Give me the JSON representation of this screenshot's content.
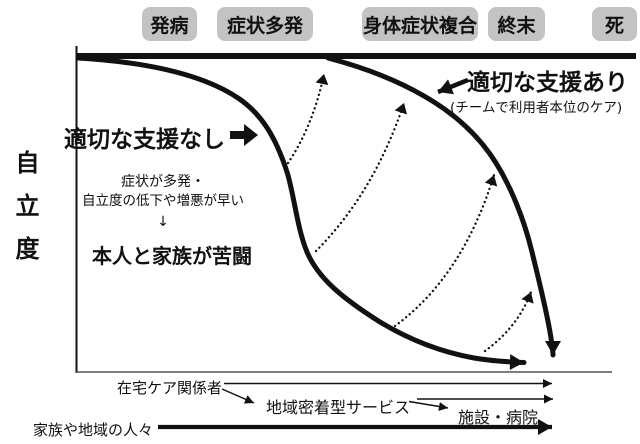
{
  "stages": {
    "items": [
      {
        "label": "発病"
      },
      {
        "label": "症状多発"
      },
      {
        "label": "身体症状複合"
      },
      {
        "label": "終末"
      },
      {
        "label": "死"
      }
    ]
  },
  "y_axis": {
    "label": "自立度"
  },
  "no_support": {
    "title": "適切な支援なし",
    "desc_line1": "症状が多発・",
    "desc_line2": "自立度の低下や増悪が早い",
    "desc_arrow": "↓",
    "desc_bold": "本人と家族が苦闘"
  },
  "with_support": {
    "title": "適切な支援あり",
    "subtitle": "(チームで利用者本位のケア)"
  },
  "care_timeline": {
    "home_care": "在宅ケア関係者",
    "community_service": "地域密着型サービス",
    "facility_hospital": "施設・病院",
    "family_community": "家族や地域の人々"
  },
  "colors": {
    "stage_box_bg": "#c3c3c3",
    "line": "#111111",
    "axis_gray": "#555555"
  }
}
